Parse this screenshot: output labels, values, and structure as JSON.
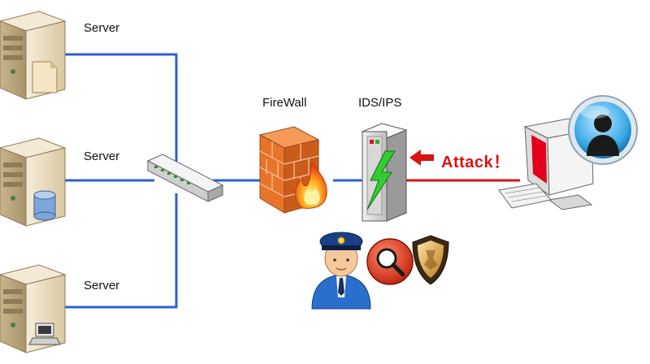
{
  "labels": {
    "server_top": "Server",
    "server_mid": "Server",
    "server_bottom": "Server",
    "firewall": "FireWall",
    "ids_ips": "IDS/IPS",
    "attack": "Attack！"
  },
  "colors": {
    "network_line": "#2f5fd0",
    "attack_line": "#d81414",
    "attack_text": "#d81414",
    "server_body": "#e9dcc0",
    "brick": "#e8742a",
    "monitor_screen": "#e3001b",
    "ids_bolt": "#33cc33"
  },
  "icons": {
    "server": "server-tower-icon",
    "switch": "network-switch-icon",
    "firewall": "brick-wall-fire-icon",
    "ids": "ids-appliance-icon",
    "attacker_pc": "attacker-computer-icon",
    "attacker_avatar": "hooded-user-avatar-icon",
    "police": "security-officer-icon",
    "magnifier": "magnifier-icon",
    "shield": "shield-icon",
    "arrow": "attack-arrow-icon",
    "document": "document-icon",
    "database": "database-icon",
    "terminal": "desktop-terminal-icon"
  }
}
